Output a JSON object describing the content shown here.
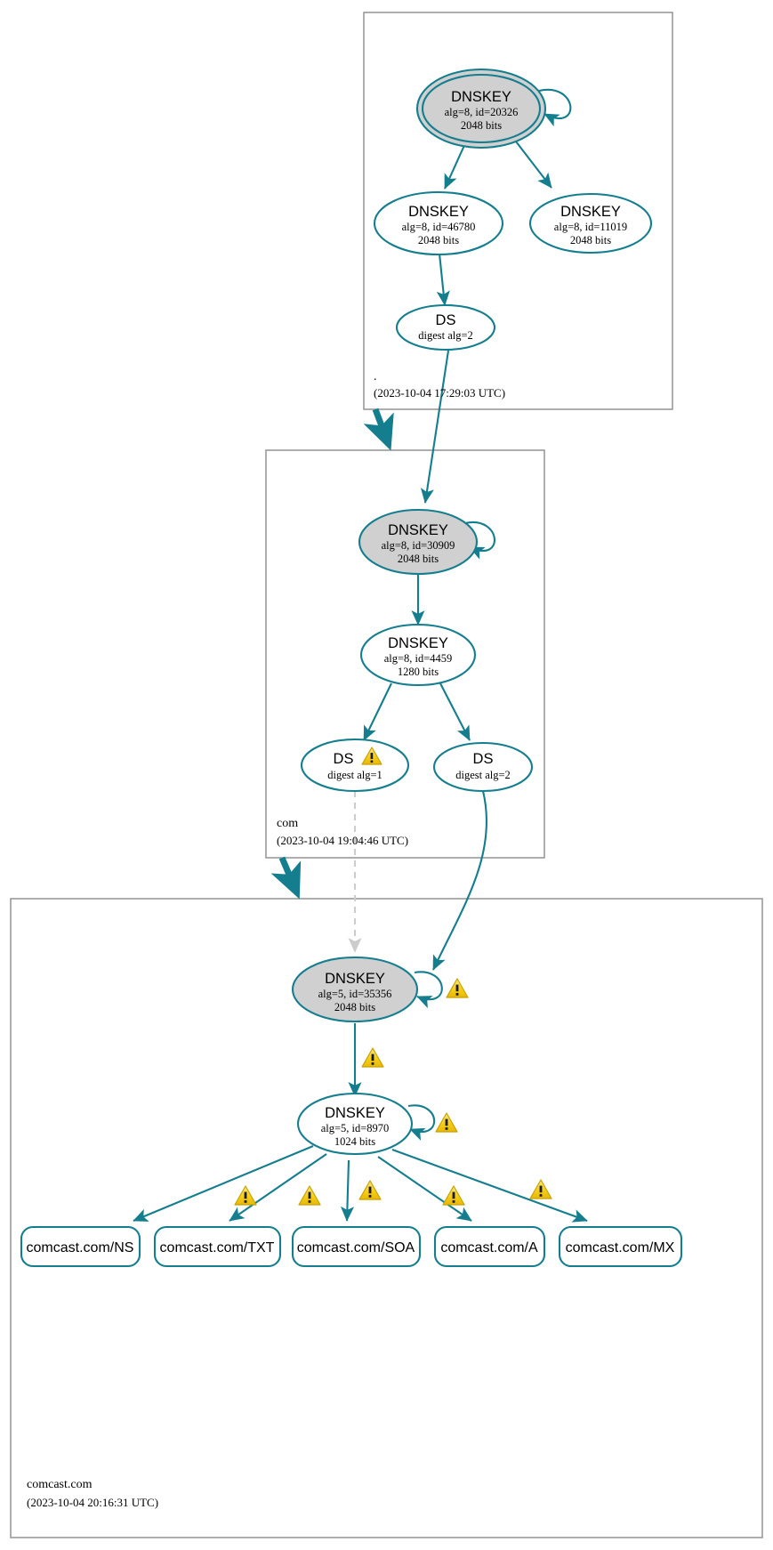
{
  "diagram": {
    "type": "dnssec-authentication-chain",
    "target": "comcast.com",
    "colors": {
      "accent": "#147d8e",
      "shaded_node_fill": "#d0d0d0",
      "zone_border": "#999999",
      "warning_fill": "#f7d117",
      "insecure_edge": "#cccccc"
    }
  },
  "zones": [
    {
      "id": "root",
      "name": ".",
      "timestamp": "(2023-10-04 17:29:03 UTC)",
      "nodes": [
        {
          "id": "root-ksk",
          "kind": "DNSKEY",
          "title": "DNSKEY",
          "line2": "alg=8, id=20326",
          "line3": "2048 bits",
          "shaded": true,
          "trust_anchor": true,
          "self_sign": true,
          "warning": false
        },
        {
          "id": "root-zsk-46780",
          "kind": "DNSKEY",
          "title": "DNSKEY",
          "line2": "alg=8, id=46780",
          "line3": "2048 bits",
          "shaded": false,
          "trust_anchor": false,
          "self_sign": false,
          "warning": false
        },
        {
          "id": "root-zsk-11019",
          "kind": "DNSKEY",
          "title": "DNSKEY",
          "line2": "alg=8, id=11019",
          "line3": "2048 bits",
          "shaded": false,
          "trust_anchor": false,
          "self_sign": false,
          "warning": false
        },
        {
          "id": "root-ds-com",
          "kind": "DS",
          "title": "DS",
          "line2": "digest alg=2",
          "line3": "",
          "shaded": false,
          "trust_anchor": false,
          "self_sign": false,
          "warning": false
        }
      ]
    },
    {
      "id": "com",
      "name": "com",
      "timestamp": "(2023-10-04 19:04:46 UTC)",
      "nodes": [
        {
          "id": "com-ksk",
          "kind": "DNSKEY",
          "title": "DNSKEY",
          "line2": "alg=8, id=30909",
          "line3": "2048 bits",
          "shaded": true,
          "trust_anchor": false,
          "self_sign": true,
          "warning": false
        },
        {
          "id": "com-zsk",
          "kind": "DNSKEY",
          "title": "DNSKEY",
          "line2": "alg=8, id=4459",
          "line3": "1280 bits",
          "shaded": false,
          "trust_anchor": false,
          "self_sign": false,
          "warning": false
        },
        {
          "id": "com-ds-1",
          "kind": "DS",
          "title": "DS",
          "line2": "digest alg=1",
          "line3": "",
          "shaded": false,
          "trust_anchor": false,
          "self_sign": false,
          "warning": true
        },
        {
          "id": "com-ds-2",
          "kind": "DS",
          "title": "DS",
          "line2": "digest alg=2",
          "line3": "",
          "shaded": false,
          "trust_anchor": false,
          "self_sign": false,
          "warning": false
        }
      ]
    },
    {
      "id": "comcast",
      "name": "comcast.com",
      "timestamp": "(2023-10-04 20:16:31 UTC)",
      "nodes": [
        {
          "id": "comcast-ksk",
          "kind": "DNSKEY",
          "title": "DNSKEY",
          "line2": "alg=5, id=35356",
          "line3": "2048 bits",
          "shaded": true,
          "trust_anchor": false,
          "self_sign": true,
          "warning": true
        },
        {
          "id": "comcast-zsk",
          "kind": "DNSKEY",
          "title": "DNSKEY",
          "line2": "alg=5, id=8970",
          "line3": "1024 bits",
          "shaded": false,
          "trust_anchor": false,
          "self_sign": true,
          "warning": true
        }
      ],
      "rrsets": [
        {
          "id": "rr-ns",
          "label": "comcast.com/NS",
          "warning": true
        },
        {
          "id": "rr-txt",
          "label": "comcast.com/TXT",
          "warning": true
        },
        {
          "id": "rr-soa",
          "label": "comcast.com/SOA",
          "warning": true
        },
        {
          "id": "rr-a",
          "label": "comcast.com/A",
          "warning": true
        },
        {
          "id": "rr-mx",
          "label": "comcast.com/MX",
          "warning": true
        }
      ]
    }
  ],
  "warning_icon": {
    "name": "warning-triangle-icon",
    "glyph": "!",
    "count_total": 10
  }
}
